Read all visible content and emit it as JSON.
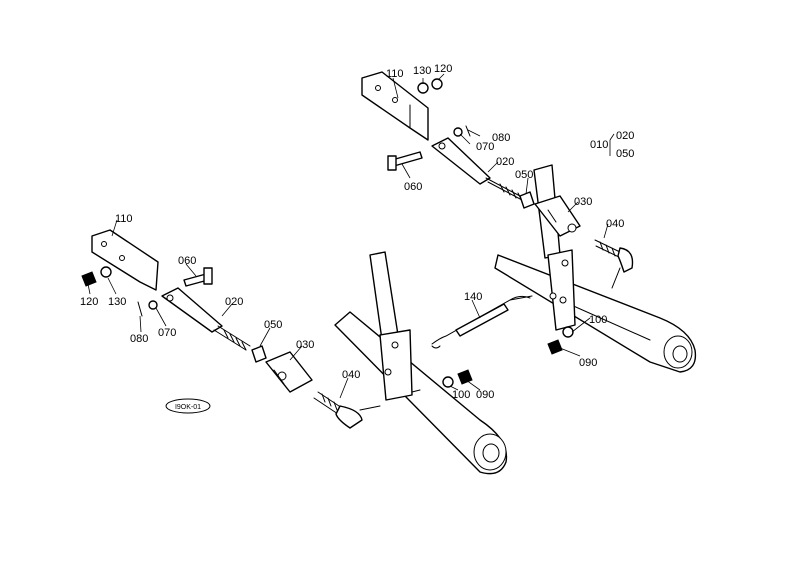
{
  "callouts": {
    "upper_110": "110",
    "upper_130": "130",
    "upper_120": "120",
    "upper_080": "080",
    "upper_070": "070",
    "upper_020": "020",
    "upper_060": "060",
    "upper_050": "050",
    "upper_030": "030",
    "upper_040": "040",
    "upper_100": "100",
    "upper_090": "090",
    "legend_010": "010",
    "legend_020": "020",
    "legend_050": "050",
    "left_110": "110",
    "left_060": "060",
    "left_020": "020",
    "left_120": "120",
    "left_130": "130",
    "left_080": "080",
    "left_070": "070",
    "left_050": "050",
    "left_030": "030",
    "left_040": "040",
    "center_140": "140",
    "lower_100": "100",
    "lower_090": "090"
  },
  "reference_code": "I9OK-01"
}
